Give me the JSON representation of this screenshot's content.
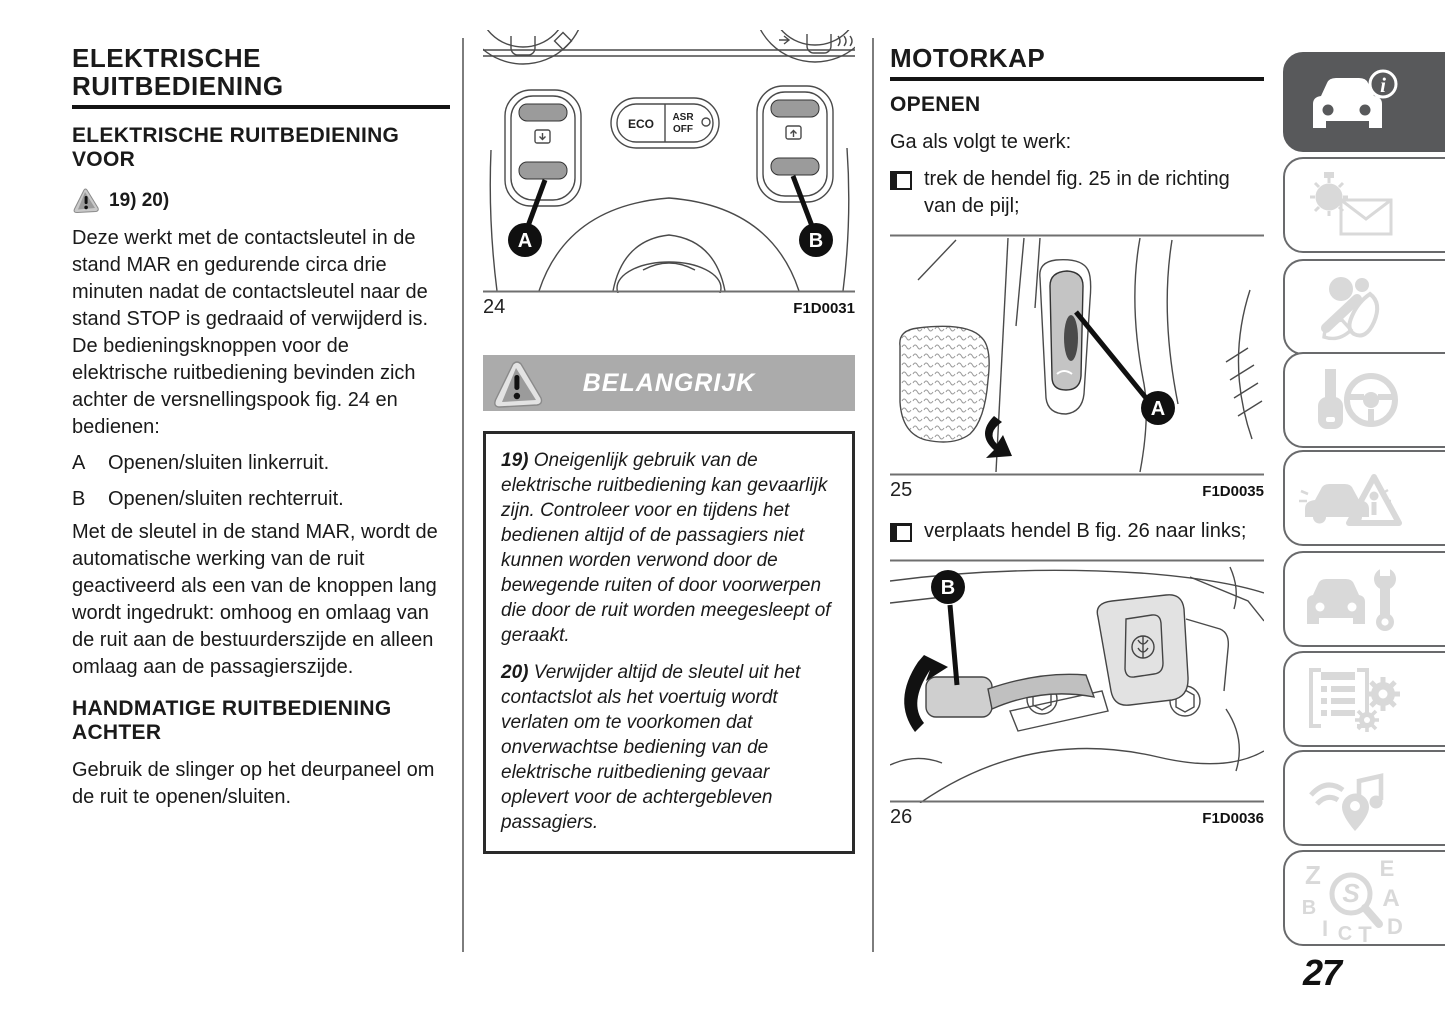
{
  "page": {
    "number": "27"
  },
  "left_column": {
    "title": "ELEKTRISCHE RUITBEDIENING",
    "section_front": {
      "heading": "ELEKTRISCHE RUITBEDIENING VOOR",
      "warning_refs": "19) 20)",
      "para1": "Deze werkt met de contactsleutel in de stand MAR en gedurende circa drie minuten nadat de contactsleutel naar de stand STOP is gedraaid of verwijderd is.",
      "para2": "De bedieningsknoppen voor de elektrische ruitbediening bevinden zich achter de versnellingspook fig. 24 en bedienen:",
      "items": [
        {
          "label": "A",
          "text": "Openen/sluiten linkerruit."
        },
        {
          "label": "B",
          "text": "Openen/sluiten rechterruit."
        }
      ],
      "para3": "Met de sleutel in de stand MAR, wordt de automatische werking van de ruit geactiveerd als een van de knoppen lang wordt ingedrukt: omhoog en omlaag van de ruit aan de bestuurderszijde en alleen omlaag aan de passagierszijde."
    },
    "section_rear": {
      "heading": "HANDMATIGE RUITBEDIENING ACHTER",
      "para": "Gebruik de slinger op het deurpaneel om de ruit te openen/sluiten."
    }
  },
  "middle_column": {
    "figure24": {
      "number": "24",
      "code": "F1D0031",
      "eco_label": "ECO",
      "asr_line1": "ASR",
      "asr_line2": "OFF",
      "callout_a": "A",
      "callout_b": "B"
    },
    "important_box": {
      "header": "BELANGRIJK",
      "notes": [
        {
          "label": "19)",
          "text": "Oneigenlijk gebruik van de elektrische ruitbediening kan gevaarlijk zijn. Controleer voor en tijdens het bedienen altijd of de passagiers niet kunnen worden verwond door de bewegende ruiten of door voorwerpen die door de ruit worden meegesleept of geraakt."
        },
        {
          "label": "20)",
          "text": "Verwijder altijd de sleutel uit het contactslot als het voertuig wordt verlaten om te voorkomen dat onverwachtse bediening van de elektrische ruitbediening gevaar oplevert voor de achtergebleven passagiers."
        }
      ]
    }
  },
  "right_column": {
    "title": "MOTORKAP",
    "heading": "OPENEN",
    "intro": "Ga als volgt te werk:",
    "step1": "trek de hendel fig. 25 in de richting van de pijl;",
    "figure25": {
      "number": "25",
      "code": "F1D0035",
      "callout_a": "A"
    },
    "step2": "verplaats hendel B fig. 26 naar links;",
    "figure26": {
      "number": "26",
      "code": "F1D0036",
      "callout_b": "B"
    }
  },
  "sidebar": {
    "tabs": [
      {
        "icon": "car-info-icon",
        "active": true
      },
      {
        "icon": "warning-lights-messages-icon",
        "active": false
      },
      {
        "icon": "safety-icon",
        "active": false
      },
      {
        "icon": "starting-driving-icon",
        "active": false
      },
      {
        "icon": "emergency-icon",
        "active": false
      },
      {
        "icon": "maintenance-icon",
        "active": false
      },
      {
        "icon": "technical-data-icon",
        "active": false
      },
      {
        "icon": "multimedia-icon",
        "active": false
      },
      {
        "icon": "index-icon",
        "active": false
      }
    ],
    "index_letters": [
      "Z",
      "E",
      "B",
      "A",
      "I",
      "C",
      "T",
      "D",
      "S"
    ]
  },
  "colors": {
    "tab_active_bg": "#58595b",
    "tab_icon_gray": "#d9d9d9",
    "important_bar_bg": "#ababab",
    "text": "#1a1a1a"
  }
}
